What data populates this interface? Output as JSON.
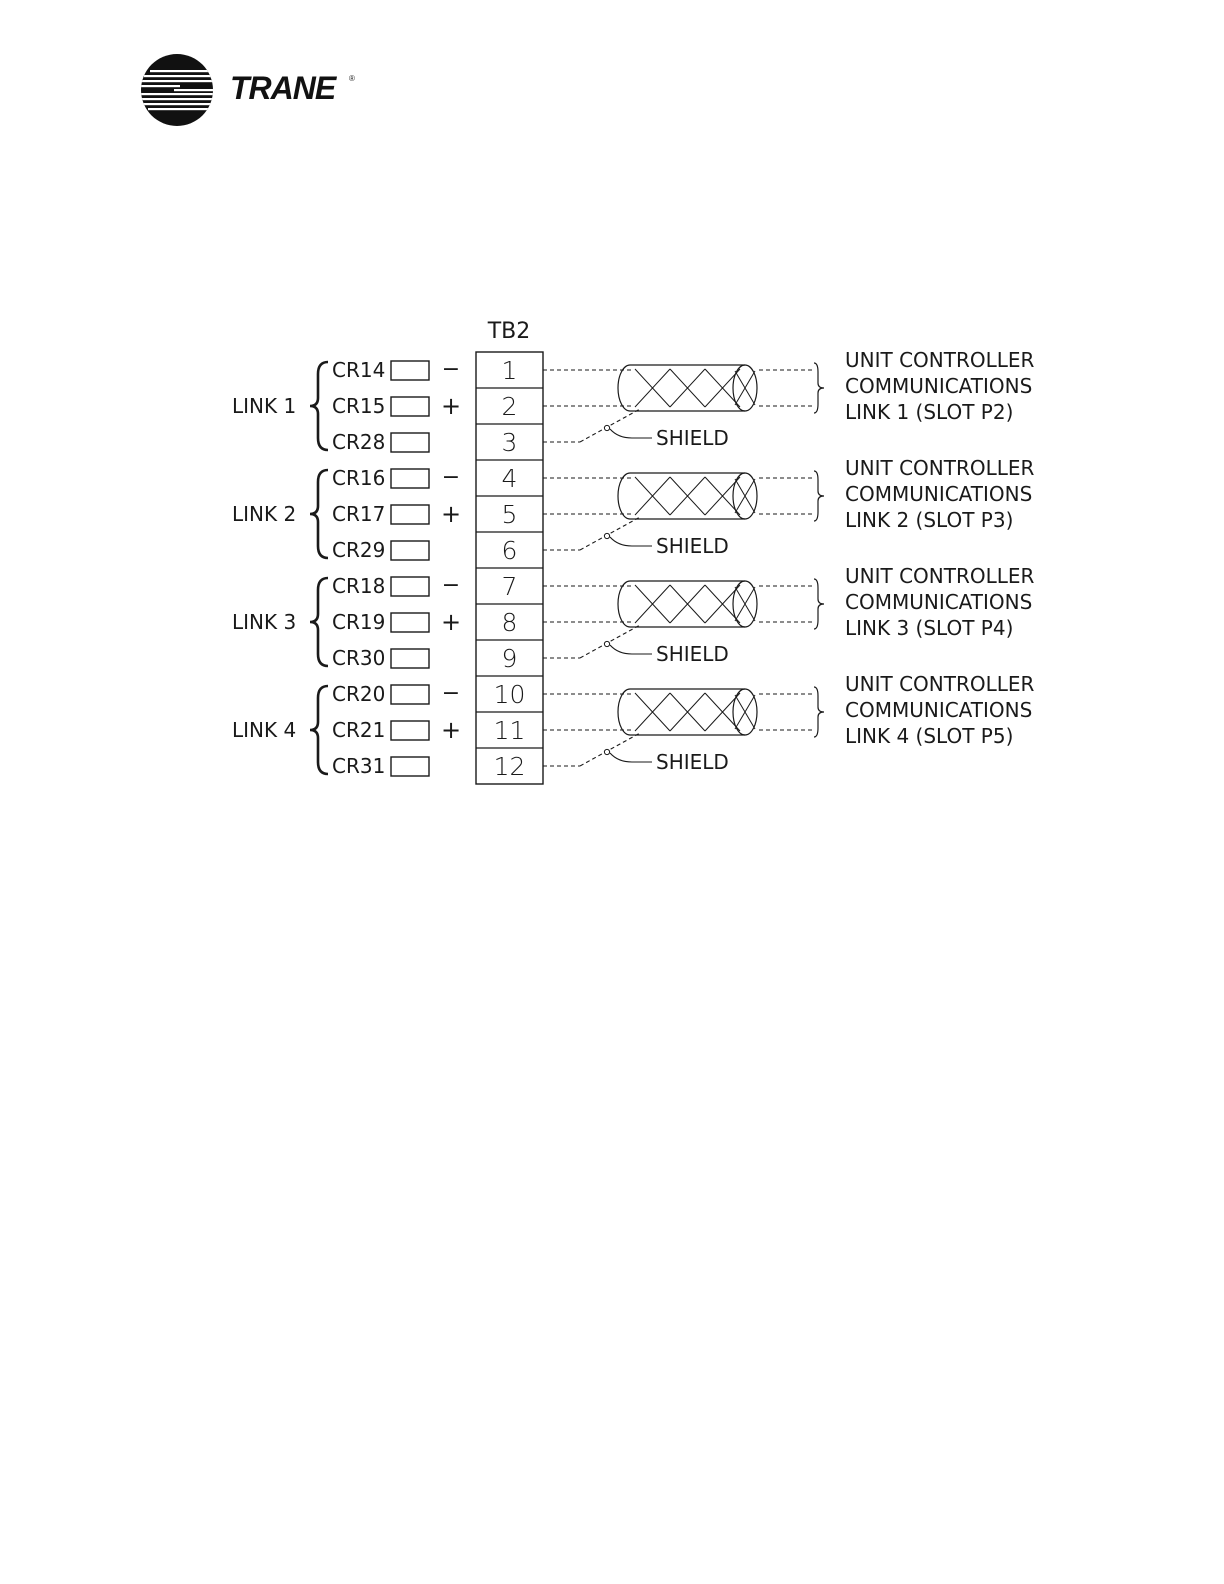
{
  "header": {
    "brand": "TRANE",
    "registered_mark": "®",
    "logo_icon": "trane-circle-logo-icon"
  },
  "diagram": {
    "terminal_block": {
      "label": "TB2",
      "terminals": [
        "1",
        "2",
        "3",
        "4",
        "5",
        "6",
        "7",
        "8",
        "9",
        "10",
        "11",
        "12"
      ]
    },
    "minus_symbol": "−",
    "plus_symbol": "+",
    "links": [
      {
        "label": "LINK 1",
        "relays": [
          "CR14",
          "CR15",
          "CR28"
        ],
        "shield": "SHIELD",
        "controller": [
          "UNIT CONTROLLER",
          "COMMUNICATIONS",
          "LINK 1 (SLOT P2)"
        ]
      },
      {
        "label": "LINK 2",
        "relays": [
          "CR16",
          "CR17",
          "CR29"
        ],
        "shield": "SHIELD",
        "controller": [
          "UNIT CONTROLLER",
          "COMMUNICATIONS",
          "LINK 2 (SLOT P3)"
        ]
      },
      {
        "label": "LINK 3",
        "relays": [
          "CR18",
          "CR19",
          "CR30"
        ],
        "shield": "SHIELD",
        "controller": [
          "UNIT CONTROLLER",
          "COMMUNICATIONS",
          "LINK 3 (SLOT P4)"
        ]
      },
      {
        "label": "LINK 4",
        "relays": [
          "CR20",
          "CR21",
          "CR31"
        ],
        "shield": "SHIELD",
        "controller": [
          "UNIT CONTROLLER",
          "COMMUNICATIONS",
          "LINK 4 (SLOT P5)"
        ]
      }
    ]
  }
}
